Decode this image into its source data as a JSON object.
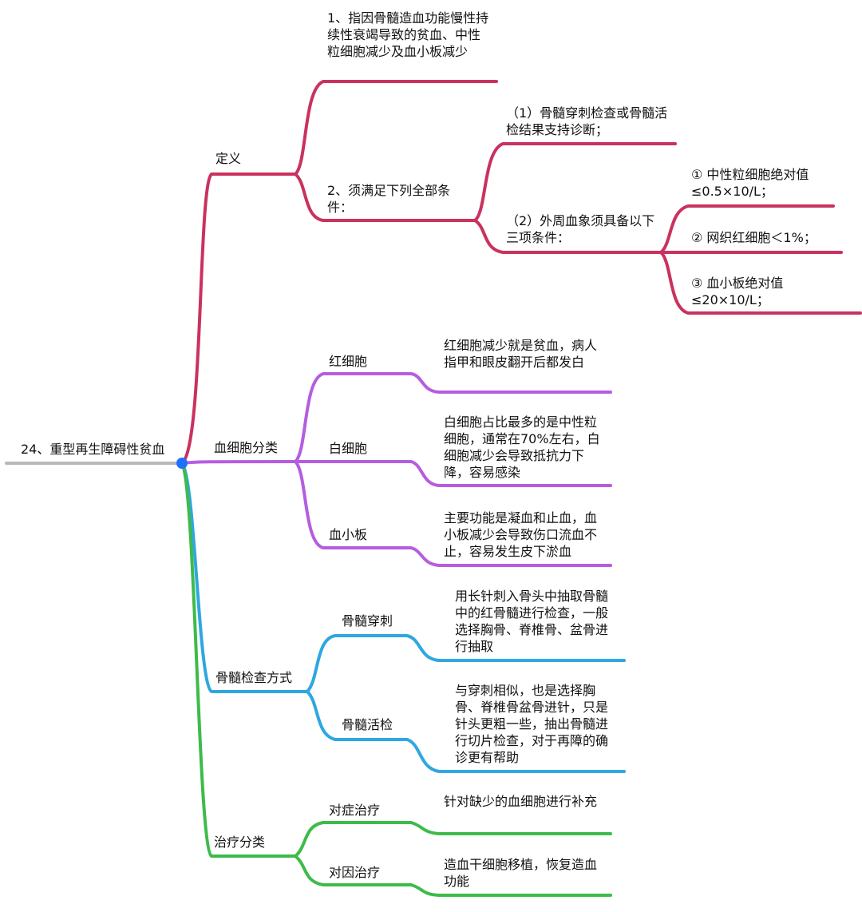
{
  "root": "24、重型再生障碍性贫血",
  "colors": {
    "root": "#b8b8b8",
    "definition": "#c9325f",
    "blood_cells": "#b55de0",
    "marrow_exam": "#2fa7e0",
    "treatment": "#3dbb4a",
    "center_dot": "#1f6fff"
  },
  "definition": {
    "label": "定义",
    "item1": "1、指因骨髓造血功能慢性持续性衰竭导致的贫血、中性粒细胞减少及血小板减少",
    "item2": {
      "label": "2、须满足下列全部条件：",
      "cond1": "（1）骨髓穿刺检查或骨髓活检结果支持诊断；",
      "cond2": {
        "label": "（2）外周血象须具备以下三项条件：",
        "sub1": "① 中性粒细胞绝对值≤0.5×10/L；",
        "sub2": "② 网织红细胞＜1%；",
        "sub3": "③ 血小板绝对值≤20×10/L；"
      }
    }
  },
  "blood_cells": {
    "label": "血细胞分类",
    "red": {
      "label": "红细胞",
      "desc": "红细胞减少就是贫血，病人指甲和眼皮翻开后都发白"
    },
    "white": {
      "label": "白细胞",
      "desc": "白细胞占比最多的是中性粒细胞，通常在70%左右，白细胞减少会导致抵抗力下降，容易感染"
    },
    "platelet": {
      "label": "血小板",
      "desc": "主要功能是凝血和止血，血小板减少会导致伤口流血不止，容易发生皮下淤血"
    }
  },
  "marrow_exam": {
    "label": "骨髓检查方式",
    "puncture": {
      "label": "骨髓穿刺",
      "desc": "用长针刺入骨头中抽取骨髓中的红骨髓进行检查，一般选择胸骨、脊椎骨、盆骨进行抽取"
    },
    "biopsy": {
      "label": "骨髓活检",
      "desc": "与穿刺相似，也是选择胸骨、脊椎骨盆骨进针，只是针头更粗一些，抽出骨髓进行切片检查，对于再障的确诊更有帮助"
    }
  },
  "treatment": {
    "label": "治疗分类",
    "symptomatic": {
      "label": "对症治疗",
      "desc": "针对缺少的血细胞进行补充"
    },
    "causal": {
      "label": "对因治疗",
      "desc": "造血干细胞移植，恢复造血功能"
    }
  }
}
